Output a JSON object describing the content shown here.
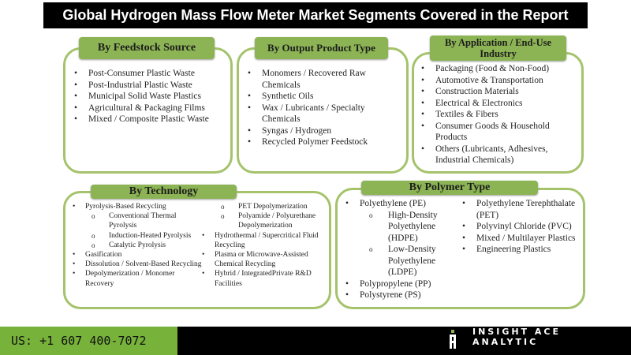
{
  "title": "Global Hydrogen Mass Flow Meter Market Segments Covered in the Report",
  "sections": {
    "feedstock": {
      "heading": "By Feedstock Source",
      "items": [
        "Post-Consumer Plastic Waste",
        "Post-Industrial Plastic Waste",
        "Municipal Solid Waste Plastics",
        "Agricultural & Packaging Films",
        "Mixed / Composite Plastic Waste"
      ]
    },
    "output": {
      "heading": "By Output Product Type",
      "items": [
        "Monomers / Recovered Raw Chemicals",
        "Synthetic Oils",
        "Wax / Lubricants / Specialty Chemicals",
        "Syngas / Hydrogen",
        "Recycled Polymer Feedstock"
      ]
    },
    "application": {
      "heading": "By Application / End-Use Industry",
      "items": [
        "Packaging (Food & Non-Food)",
        "Automotive & Transportation",
        "Construction Materials",
        "Electrical & Electronics",
        "Textiles & Fibers",
        "Consumer Goods & Household Products",
        "Others (Lubricants, Adhesives, Industrial Chemicals)"
      ]
    },
    "technology": {
      "heading": "By Technology",
      "col1": [
        "Pyrolysis-Based Recycling",
        "Conventional Thermal Pyrolysis",
        "Induction-Heated Pyrolysis",
        "Catalytic Pyrolysis",
        "Gasification",
        "Dissolution / Solvent-Based Recycling",
        "Depolymerization / Monomer Recovery"
      ],
      "col2": [
        "PET Depolymerization",
        "Polyamide / Polyurethane Depolymerization",
        "Hydrothermal / Supercritical Fluid Recycling",
        "Plasma or Microwave-Assisted Chemical Recycling",
        "Hybrid / IntegratedPrivate R&D Facilities"
      ]
    },
    "polymer": {
      "heading": "By Polymer Type",
      "col1": [
        "Polyethylene (PE)",
        "High-Density Polyethylene (HDPE)",
        "Low-Density Polyethylene (LDPE)",
        "Polypropylene (PP)",
        "Polystyrene (PS)"
      ],
      "col2": [
        "Polyethylene Terephthalate (PET)",
        "Polyvinyl Chloride (PVC)",
        "Mixed / Multilayer Plastics",
        "Engineering Plastics"
      ]
    }
  },
  "footer": {
    "phone": "US: +1 607 400-7072",
    "brand": "INSIGHT ACE ANALYTIC"
  },
  "colors": {
    "accent": "#8cb455",
    "border": "#a4c36b",
    "footer_green": "#77b23b"
  }
}
